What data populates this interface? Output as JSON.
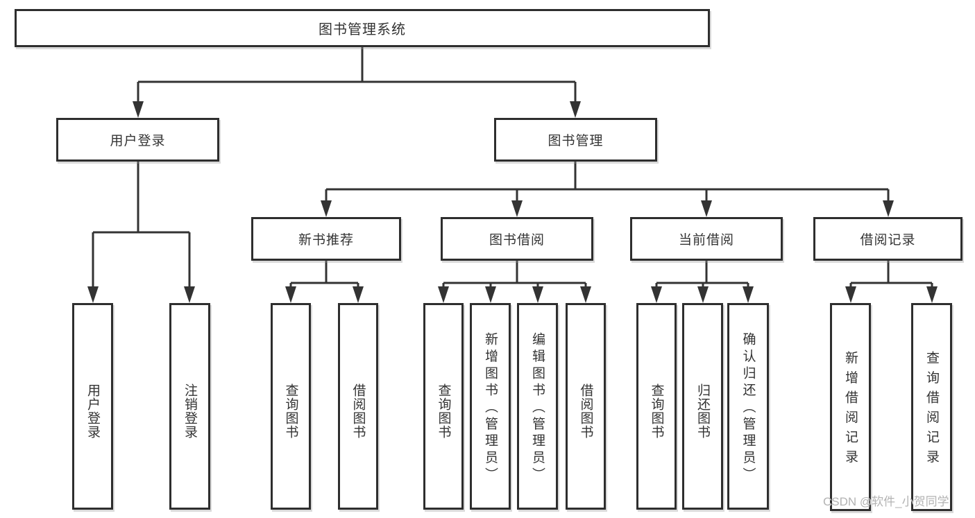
{
  "tree": {
    "root": {
      "label": "图书管理系统",
      "children": [
        {
          "label": "用户登录",
          "children": [
            {
              "label": "用户登录"
            },
            {
              "label": "注销登录"
            }
          ]
        },
        {
          "label": "图书管理",
          "children": [
            {
              "label": "新书推荐",
              "children": [
                {
                  "label": "查询图书"
                },
                {
                  "label": "借阅图书"
                }
              ]
            },
            {
              "label": "图书借阅",
              "children": [
                {
                  "label": "查询图书"
                },
                {
                  "label": "新增图书（管理员）"
                },
                {
                  "label": "编辑图书（管理员）"
                },
                {
                  "label": "借阅图书"
                }
              ]
            },
            {
              "label": "当前借阅",
              "children": [
                {
                  "label": "查询图书"
                },
                {
                  "label": "归还图书"
                },
                {
                  "label": "确认归还（管理员）"
                }
              ]
            },
            {
              "label": "借阅记录",
              "children": [
                {
                  "label": "新增借阅记录"
                },
                {
                  "label": "查询借阅记录"
                }
              ]
            }
          ]
        }
      ]
    }
  },
  "watermark": "CSDN @软件_小贺同学",
  "colors": {
    "line": "#333333",
    "box_border": "#2e2e2e",
    "text": "#333333",
    "watermark": "#b3b3b3",
    "background": "#ffffff"
  }
}
